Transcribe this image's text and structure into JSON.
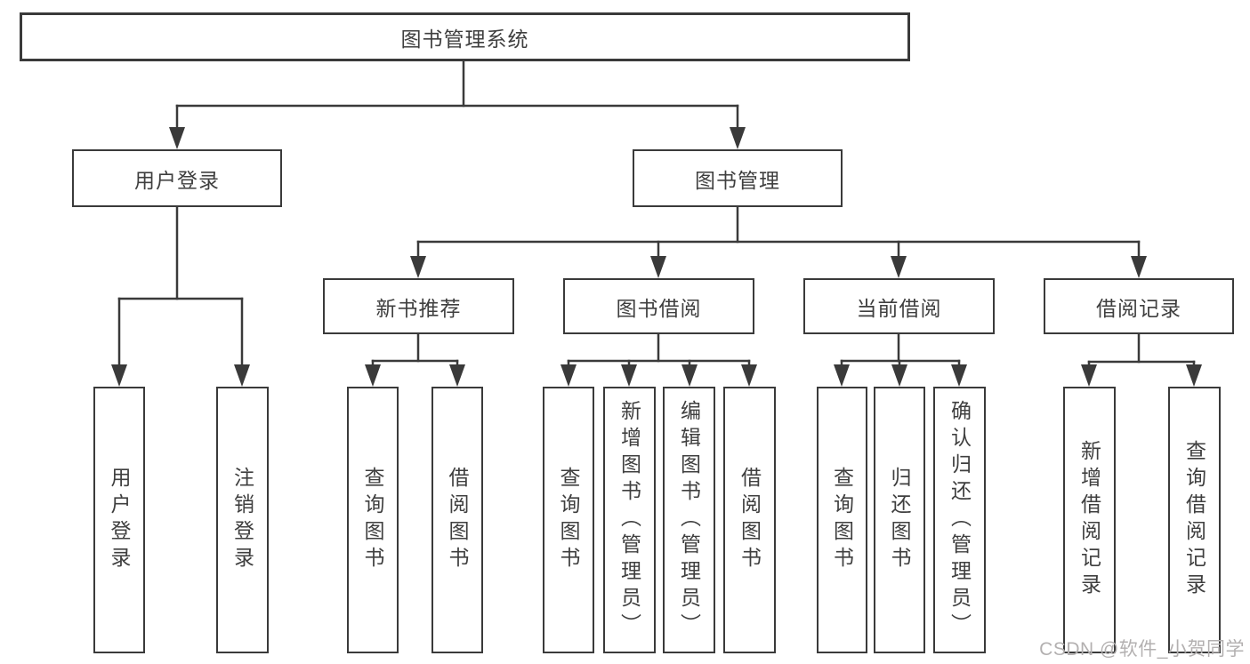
{
  "nodes": {
    "root": "图书管理系统",
    "user_login": "用户登录",
    "book_mgmt": "图书管理",
    "new_book_rec": "新书推荐",
    "book_borrow": "图书借阅",
    "current_borrow": "当前借阅",
    "borrow_records": "借阅记录",
    "login": "用户登录",
    "logout": "注销登录",
    "rec_query_books": "查询图书",
    "rec_borrow_books": "借阅图书",
    "bb_query_books": "查询图书",
    "bb_add_books": "新增图书（管理员）",
    "bb_edit_books": "编辑图书（管理员）",
    "bb_borrow_books": "借阅图书",
    "cb_query_books": "查询图书",
    "cb_return_books": "归还图书",
    "cb_confirm_return": "确认归还（管理员）",
    "br_add_record": "新增借阅记录",
    "br_query_record": "查询借阅记录"
  },
  "hierarchy": {
    "图书管理系统": {
      "用户登录": [
        "用户登录",
        "注销登录"
      ],
      "图书管理": {
        "新书推荐": [
          "查询图书",
          "借阅图书"
        ],
        "图书借阅": [
          "查询图书",
          "新增图书（管理员）",
          "编辑图书（管理员）",
          "借阅图书"
        ],
        "当前借阅": [
          "查询图书",
          "归还图书",
          "确认归还（管理员）"
        ],
        "借阅记录": [
          "新增借阅记录",
          "查询借阅记录"
        ]
      }
    }
  },
  "watermark": "CSDN @软件_小贺同学",
  "colors": {
    "line": "#3a3a3a",
    "text": "#3f3f3f",
    "watermark": "#b3b0b0",
    "background": "#ffffff"
  }
}
